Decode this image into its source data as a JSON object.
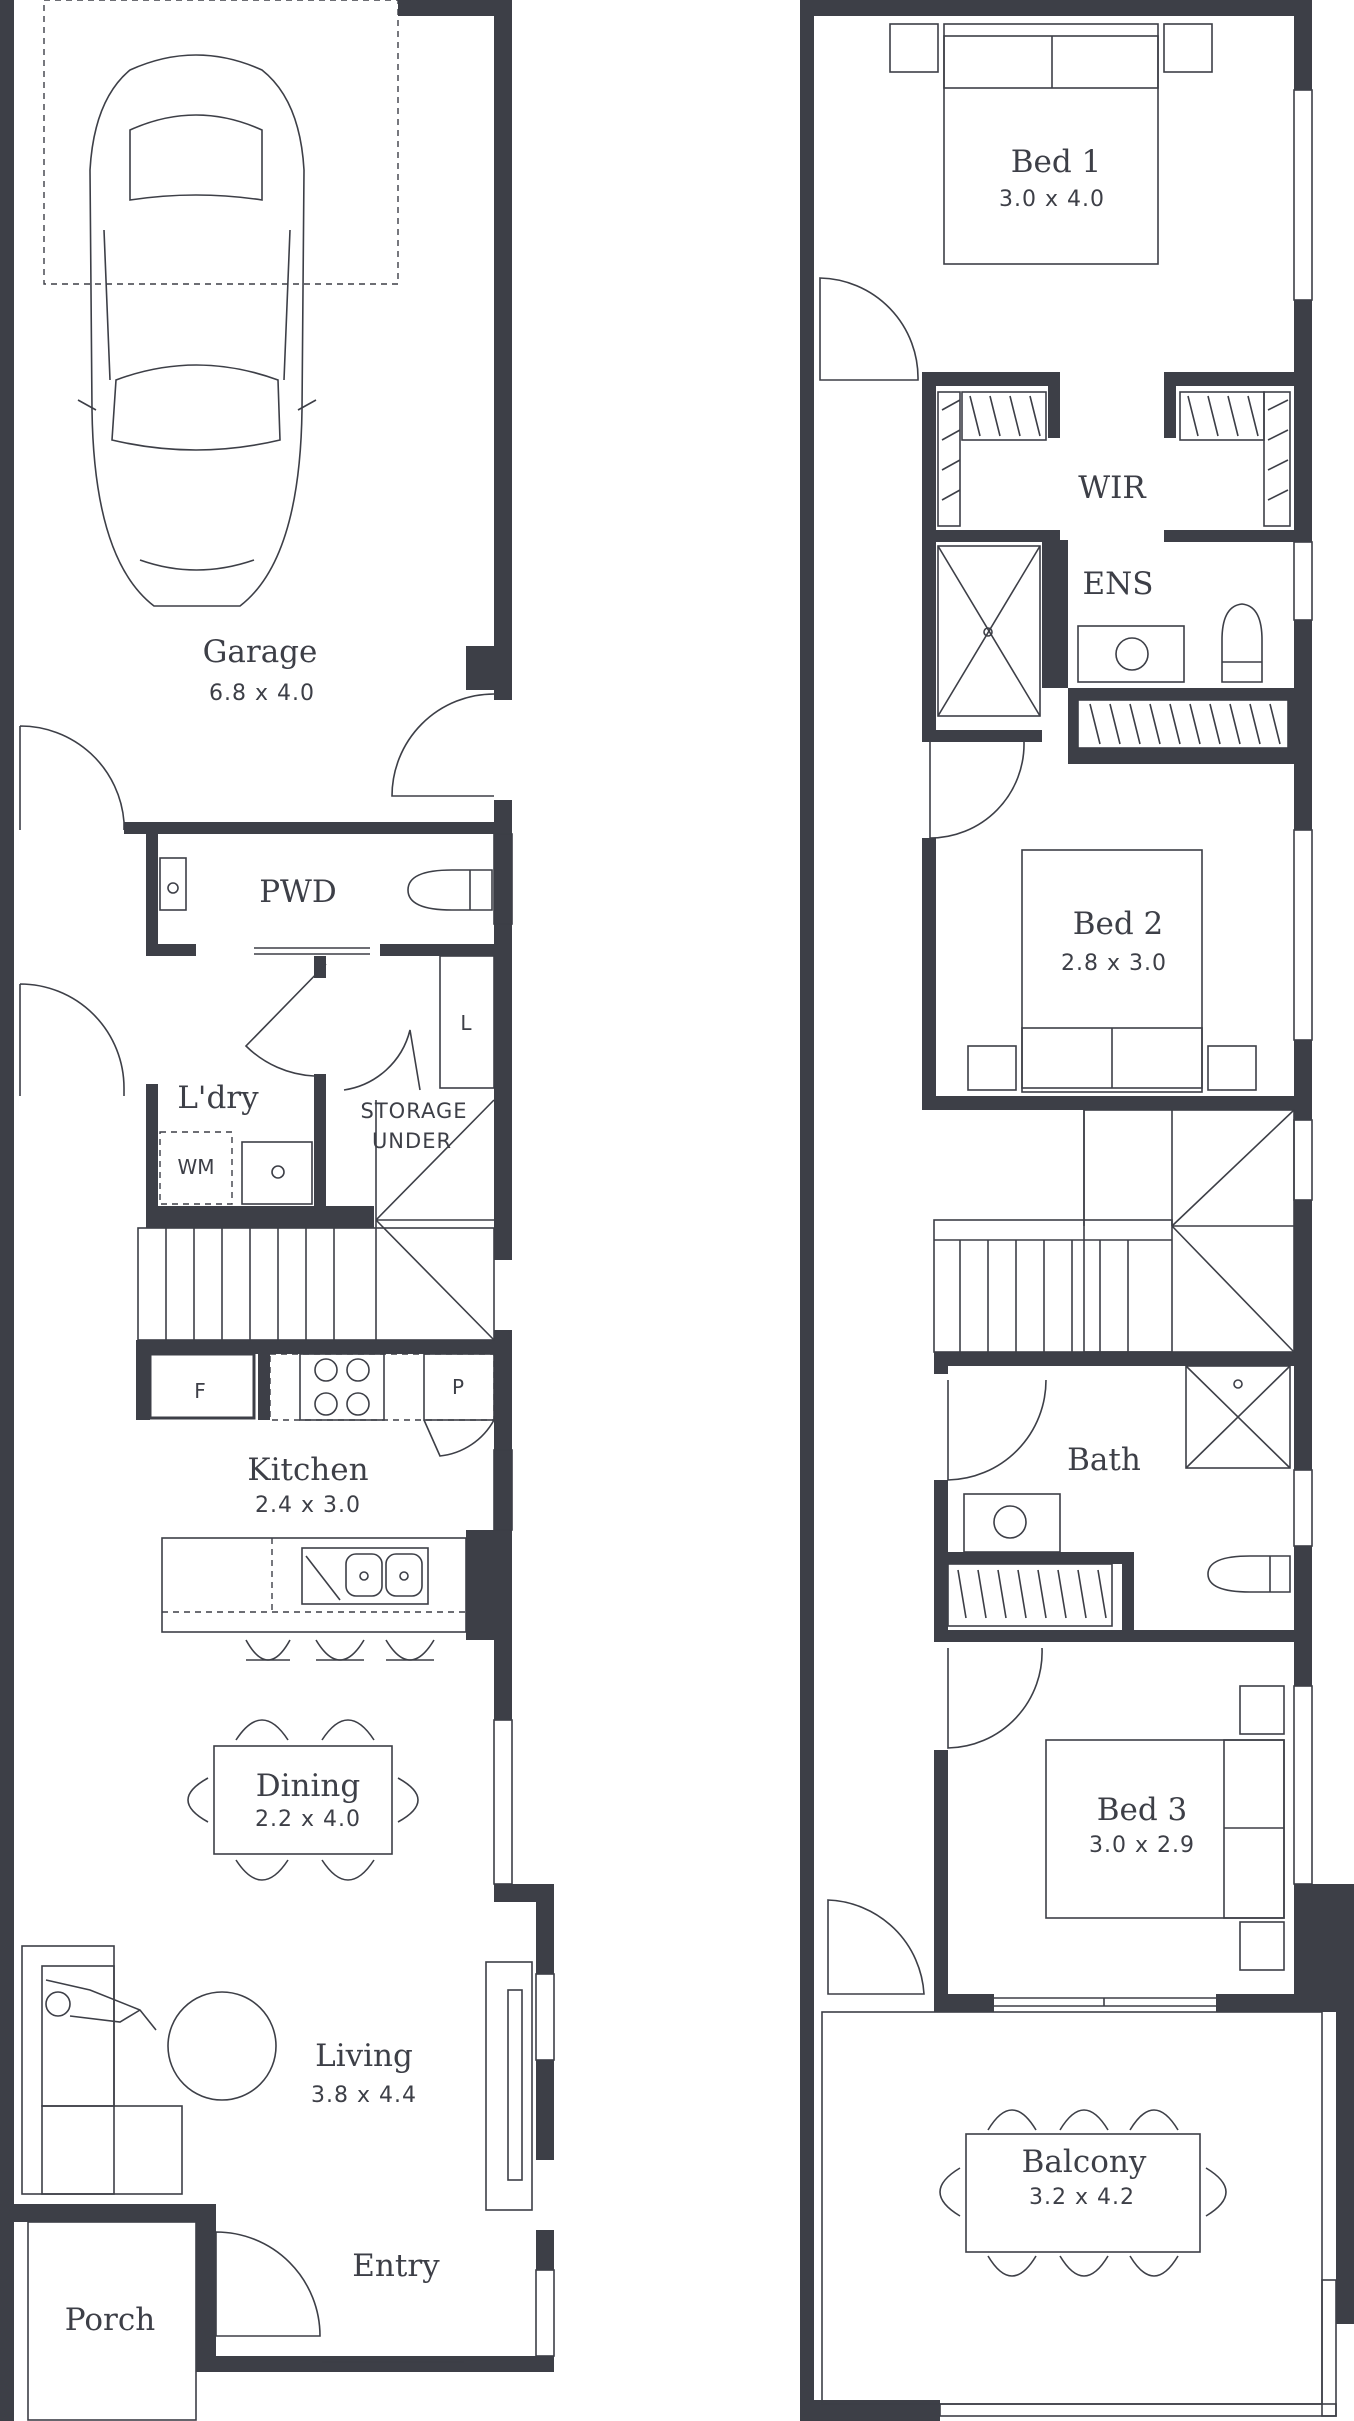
{
  "ground_floor": {
    "garage": {
      "name": "Garage",
      "dims": "6.8 x 4.0"
    },
    "pwd": {
      "name": "PWD"
    },
    "laundry": {
      "name": "L'dry",
      "wm": "WM",
      "linen": "L"
    },
    "storage": {
      "line1": "STORAGE",
      "line2": "UNDER"
    },
    "kitchen": {
      "name": "Kitchen",
      "dims": "2.4 x 3.0",
      "fridge": "F",
      "pantry": "P"
    },
    "dining": {
      "name": "Dining",
      "dims": "2.2 x 4.0"
    },
    "living": {
      "name": "Living",
      "dims": "3.8 x 4.4"
    },
    "entry": {
      "name": "Entry"
    },
    "porch": {
      "name": "Porch"
    }
  },
  "upper_floor": {
    "bed1": {
      "name": "Bed 1",
      "dims": "3.0 x 4.0"
    },
    "wir": {
      "name": "WIR"
    },
    "ens": {
      "name": "ENS"
    },
    "bed2": {
      "name": "Bed 2",
      "dims": "2.8 x 3.0"
    },
    "bath": {
      "name": "Bath"
    },
    "bed3": {
      "name": "Bed 3",
      "dims": "3.0 x 2.9"
    },
    "balcony": {
      "name": "Balcony",
      "dims": "3.2 x 4.2"
    }
  },
  "colors": {
    "wall": "#3d3f47",
    "background": "#ffffff"
  }
}
